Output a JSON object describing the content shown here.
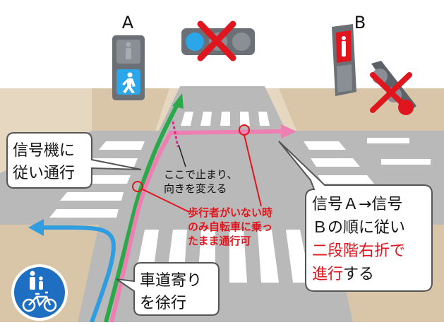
{
  "signals": {
    "a_label": "A",
    "b_label": "B"
  },
  "callouts": {
    "follow_signal": [
      "信号機に",
      "従い通行"
    ],
    "stop_here": [
      "ここで止まり、",
      "向きを変える"
    ],
    "ride_condition": [
      "歩行者がいない時",
      "のみ自転車に乗っ",
      "たまま通行可"
    ],
    "two_stage": {
      "line1": "信号Ａ→信号",
      "line2": "Ｂの順に従い",
      "line3": "二段階右折で",
      "line4_red": "進行",
      "line4_black": "する"
    },
    "slow_down": [
      "車道寄り",
      "を徐行"
    ]
  },
  "colors": {
    "road": "#b9b9b9",
    "sidewalk": "#d9c6a8",
    "crosswalk": "#ffffff",
    "green_route": "#2aa84a",
    "pink_route": "#ee7fb3",
    "blue_route": "#2f9de0",
    "red_text": "#e0161e",
    "x_mark": "#e0161e",
    "sign_blue": "#1e6fc1",
    "ped_light_blue": "#2ba6e8",
    "ped_light_red": "#e0161e"
  },
  "icons": [
    "cross-mark-icon",
    "pedestrian-icon",
    "bicycle-icon",
    "arrow-icon"
  ]
}
